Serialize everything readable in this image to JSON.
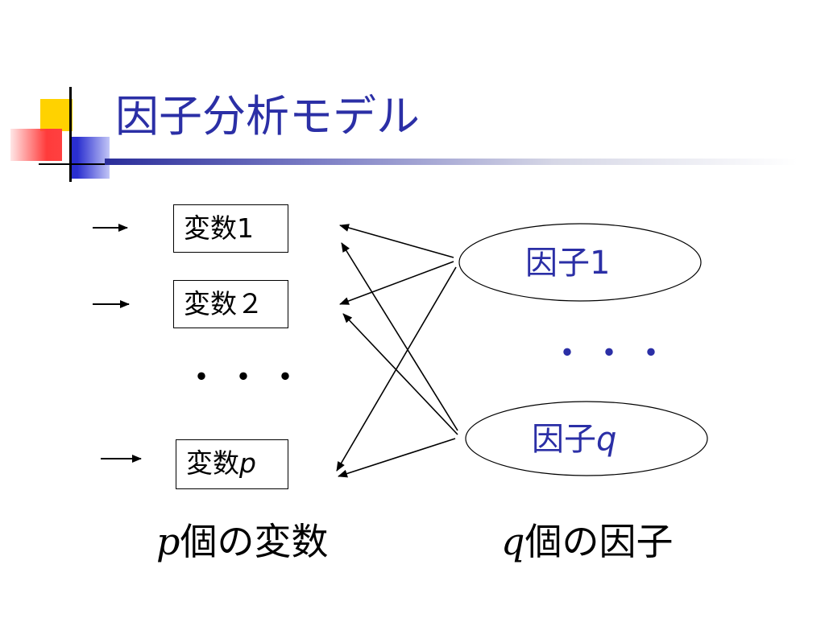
{
  "title": "因子分析モデル",
  "variables": [
    {
      "name": "変数",
      "index": "1"
    },
    {
      "name": "変数",
      "index": "２"
    },
    {
      "name": "変数",
      "index": "p"
    }
  ],
  "variables_ellipsis": "・・・",
  "factors": [
    {
      "name": "因子",
      "index": "1"
    },
    {
      "name": "因子",
      "index": "q"
    }
  ],
  "factors_ellipsis": "・・・",
  "bottom_labels": {
    "variables": {
      "symbol": "p",
      "text": "個の変数"
    },
    "factors": {
      "symbol": "q",
      "text": "個の因子"
    }
  },
  "colors": {
    "title": "#2b2fa6",
    "factor_text": "#2b2fa6",
    "ornament_yellow": "#ffd200",
    "ornament_red": "#ff3b3b",
    "ornament_blue": "#2a2fd0"
  }
}
